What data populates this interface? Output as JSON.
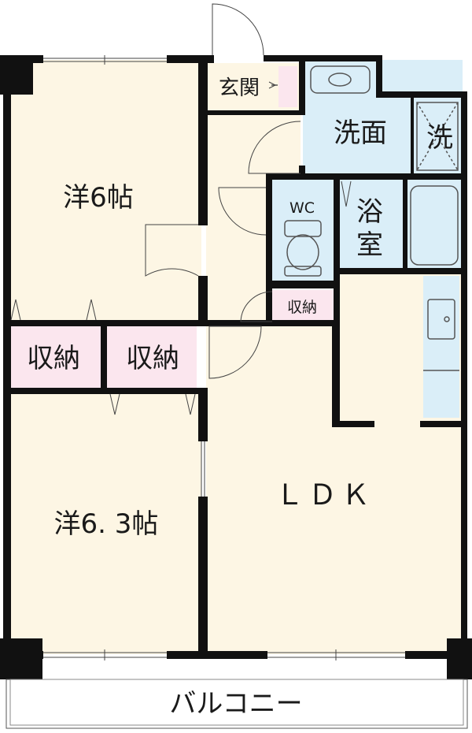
{
  "colors": {
    "room": "#fdf6e4",
    "wet": "#daeef8",
    "storage": "#fbe6ee",
    "wall": "#111111",
    "balcony": "#ffffff"
  },
  "rooms": {
    "western_6": "洋6帖",
    "western_6_3": "洋6. 3帖",
    "ldk": "ＬＤＫ",
    "entrance": "玄関",
    "washroom": "洗面",
    "washer": "洗",
    "wc": "WC",
    "bath_line1": "浴",
    "bath_line2": "室",
    "storage_small": "収納",
    "storage_left": "収納",
    "storage_mid": "収納",
    "balcony": "バルコニー"
  }
}
